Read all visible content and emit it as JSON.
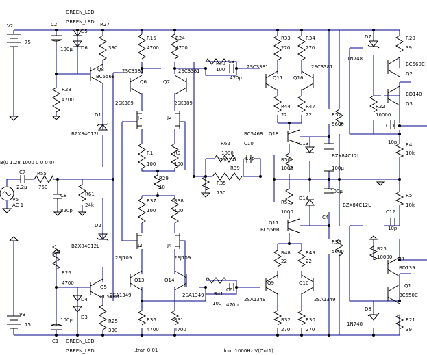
{
  "components": [
    {
      "id": "V2",
      "label": "V2",
      "value": "75"
    },
    {
      "id": "V3",
      "label": "V3",
      "value": "75"
    },
    {
      "id": "V5",
      "label": "V5",
      "value": "AC 1"
    },
    {
      "id": "V5src",
      "label": "B(0 1.28 1000 0 0 0 0)",
      "value": ""
    },
    {
      "id": "C2",
      "label": "C2",
      "value": "100µ"
    },
    {
      "id": "C1",
      "label": "C1",
      "value": "100µ"
    },
    {
      "id": "C7",
      "label": "C7",
      "value": "2.2µ"
    },
    {
      "id": "C8",
      "label": "C8",
      "value": "820p"
    },
    {
      "id": "C3",
      "label": "C3",
      "value": "470p"
    },
    {
      "id": "C6",
      "label": "C6",
      "value": "470p"
    },
    {
      "id": "C10",
      "label": "C10",
      "value": "4.7p"
    },
    {
      "id": "C4",
      "label": "C4",
      "value": "100µ"
    },
    {
      "id": "C5",
      "label": "",
      "value": "100µ"
    },
    {
      "id": "C11",
      "label": "C11",
      "value": "10p"
    },
    {
      "id": "C12",
      "label": "C12",
      "value": "10p"
    },
    {
      "id": "R55",
      "label": "R55",
      "value": "750"
    },
    {
      "id": "R61",
      "label": "R61",
      "value": "24k"
    },
    {
      "id": "R27",
      "label": "R27",
      "value": "330"
    },
    {
      "id": "R28",
      "label": "R28",
      "value": "4700"
    },
    {
      "id": "R26",
      "label": "R26",
      "value": "4700"
    },
    {
      "id": "R25",
      "label": "R25",
      "value": "330"
    },
    {
      "id": "R15",
      "label": "R15",
      "value": "4700"
    },
    {
      "id": "R24",
      "label": "R24",
      "value": "4700"
    },
    {
      "id": "R1",
      "label": "R1",
      "value": "100"
    },
    {
      "id": "R9",
      "label": "R9",
      "value": "100"
    },
    {
      "id": "R29",
      "label": "R29",
      "value": "10"
    },
    {
      "id": "R37",
      "label": "R37",
      "value": "100"
    },
    {
      "id": "R38",
      "label": "R38",
      "value": "100"
    },
    {
      "id": "R36",
      "label": "R36",
      "value": "4700"
    },
    {
      "id": "R31",
      "label": "R31",
      "value": "4700"
    },
    {
      "id": "R40",
      "label": "R40",
      "value": "100"
    },
    {
      "id": "R41",
      "label": "R41",
      "value": "100"
    },
    {
      "id": "R62",
      "label": "R62",
      "value": "75024k"
    },
    {
      "id": "R39",
      "label": "R39",
      "value": "1000"
    },
    {
      "id": "R35",
      "label": "R35",
      "value": "750"
    },
    {
      "id": "R33",
      "label": "R33",
      "value": "270"
    },
    {
      "id": "R34",
      "label": "R34",
      "value": "270"
    },
    {
      "id": "R44",
      "label": "R44",
      "value": "22"
    },
    {
      "id": "R47",
      "label": "R47",
      "value": "22"
    },
    {
      "id": "R50",
      "label": "R50",
      "value": "1000"
    },
    {
      "id": "R51",
      "label": "R51",
      "value": "1000"
    },
    {
      "id": "R48",
      "label": "R48",
      "value": "22"
    },
    {
      "id": "R49",
      "label": "R49",
      "value": "22"
    },
    {
      "id": "R32",
      "label": "R32",
      "value": "270"
    },
    {
      "id": "R30",
      "label": "R30",
      "value": "270"
    },
    {
      "id": "R52",
      "label": "R52",
      "value": "5600"
    },
    {
      "id": "R53",
      "label": "R53",
      "value": "5600"
    },
    {
      "id": "R20",
      "label": "R20",
      "value": "39"
    },
    {
      "id": "R22",
      "label": "R22",
      "value": "10000"
    },
    {
      "id": "R4",
      "label": "R4",
      "value": "10k"
    },
    {
      "id": "R5",
      "label": "R5",
      "value": "10k"
    },
    {
      "id": "R23",
      "label": "R23",
      "value": "10000"
    },
    {
      "id": "R21",
      "label": "R21",
      "value": "39"
    },
    {
      "id": "Q8",
      "label": "Q8",
      "value": "BC556B"
    },
    {
      "id": "Q5",
      "label": "Q5",
      "value": "BC546B"
    },
    {
      "id": "Q6",
      "label": "Q6",
      "value": "2SC3381"
    },
    {
      "id": "Q7",
      "label": "Q7",
      "value": "2SC3381"
    },
    {
      "id": "Q13",
      "label": "Q13",
      "value": "2SA1349"
    },
    {
      "id": "Q14",
      "label": "Q14",
      "value": "2SA1349"
    },
    {
      "id": "J1",
      "label": "J1",
      "value": "2SK389"
    },
    {
      "id": "J2",
      "label": "J2",
      "value": "2SK389"
    },
    {
      "id": "J3",
      "label": "J3",
      "value": "2SJ109"
    },
    {
      "id": "J4",
      "label": "J4",
      "value": "2SJ109"
    },
    {
      "id": "Q11",
      "label": "Q11",
      "value": "2SC3381"
    },
    {
      "id": "Q16",
      "label": "Q16",
      "value": "2SC3381"
    },
    {
      "id": "Q9",
      "label": "Q9",
      "value": "2SA1349"
    },
    {
      "id": "Q10",
      "label": "Q10",
      "value": "2SA1349"
    },
    {
      "id": "Q18",
      "label": "Q18",
      "value": "BC546B"
    },
    {
      "id": "Q17",
      "label": "Q17",
      "value": "BC556B"
    },
    {
      "id": "Q2",
      "label": "Q2",
      "value": "BC560C"
    },
    {
      "id": "Q3",
      "label": "Q3",
      "value": "BD140"
    },
    {
      "id": "Q4",
      "label": "Q4",
      "value": "BD139"
    },
    {
      "id": "Q1",
      "label": "Q1",
      "value": "BC550C"
    },
    {
      "id": "D1",
      "label": "D1",
      "value": "BZX84C12L"
    },
    {
      "id": "D2",
      "label": "D2",
      "value": "BZX84C12L"
    },
    {
      "id": "D13",
      "label": "D13",
      "value": "BZX84C12L"
    },
    {
      "id": "D14",
      "label": "D14",
      "value": "BZX84C12L"
    },
    {
      "id": "D7",
      "label": "D7",
      "value": "1N748"
    },
    {
      "id": "D8",
      "label": "D8",
      "value": "1N748"
    },
    {
      "id": "D5",
      "label": "D5",
      "value": "GREEN_LED"
    },
    {
      "id": "D6",
      "label": "D6",
      "value": "GREEN_LED"
    },
    {
      "id": "D4",
      "label": "D4",
      "value": "GREEN_LED"
    },
    {
      "id": "D3",
      "label": "D3",
      "value": "GREEN_LED"
    }
  ],
  "directives": {
    "tran": ".tran 0.01",
    "four": ".four 1000Hz V(Out1)"
  },
  "colors": {
    "wire": "#00008b",
    "component": "#000000",
    "background": "#ffffff"
  }
}
